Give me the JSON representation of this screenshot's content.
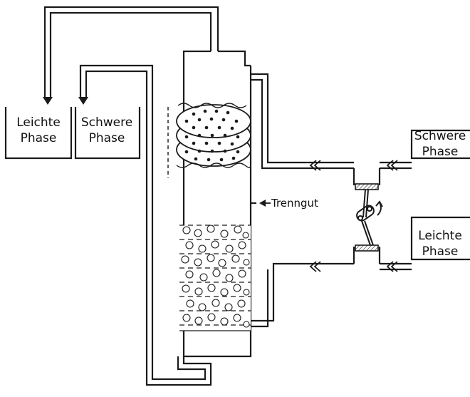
{
  "tanks": {
    "left_light": {
      "line1": "Leichte",
      "line2": "Phase"
    },
    "left_heavy": {
      "line1": "Schwere",
      "line2": "Phase"
    },
    "right_heavy": {
      "line1": "Schwere",
      "line2": "Phase"
    },
    "right_light": {
      "line1": "Leichte",
      "line2": "Phase"
    }
  },
  "feed_label": "Trenngut",
  "colors": {
    "line": "#1a1a1a",
    "background": "#ffffff",
    "hatch": "#555555"
  }
}
